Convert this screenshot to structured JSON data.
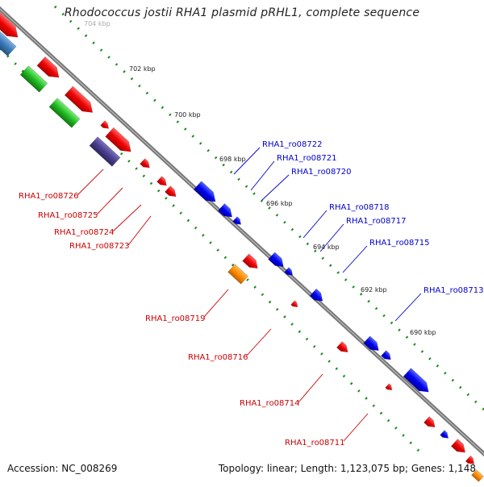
{
  "header": {
    "title": "Rhodococcus jostii RHA1 plasmid pRHL1, complete sequence"
  },
  "footer": {
    "accession": "Accession: NC_008269",
    "summary": "Topology: linear; Length: 1,123,075 bp; Genes: 1,148"
  },
  "map": {
    "ruler_labels": [
      "704 kbp",
      "702 kbp",
      "700 kbp",
      "698 kbp",
      "696 kbp",
      "694 kbp",
      "692 kbp",
      "690 kbp"
    ],
    "forward_genes": [
      "RHA1_ro08722",
      "RHA1_ro08721",
      "RHA1_ro08720",
      "RHA1_ro08718",
      "RHA1_ro08717",
      "RHA1_ro08715",
      "RHA1_ro08713"
    ],
    "reverse_genes": [
      "RHA1_ro08726",
      "RHA1_ro08725",
      "RHA1_ro08724",
      "RHA1_ro08723",
      "RHA1_ro08719",
      "RHA1_ro08716",
      "RHA1_ro08714",
      "RHA1_ro08711"
    ],
    "colors": {
      "backbone": "#777777",
      "ruler_dots": "#1a8a1a",
      "forward_label": "#0000cc",
      "reverse_label": "#cc0000",
      "forward_gene": "#0000ee",
      "reverse_gene": "#ee0000",
      "green_feature": "#22bb22",
      "steelblue_feature": "#3a7ab8",
      "slate_feature": "#4a3f8c",
      "orange_feature": "#ff8c00"
    }
  }
}
